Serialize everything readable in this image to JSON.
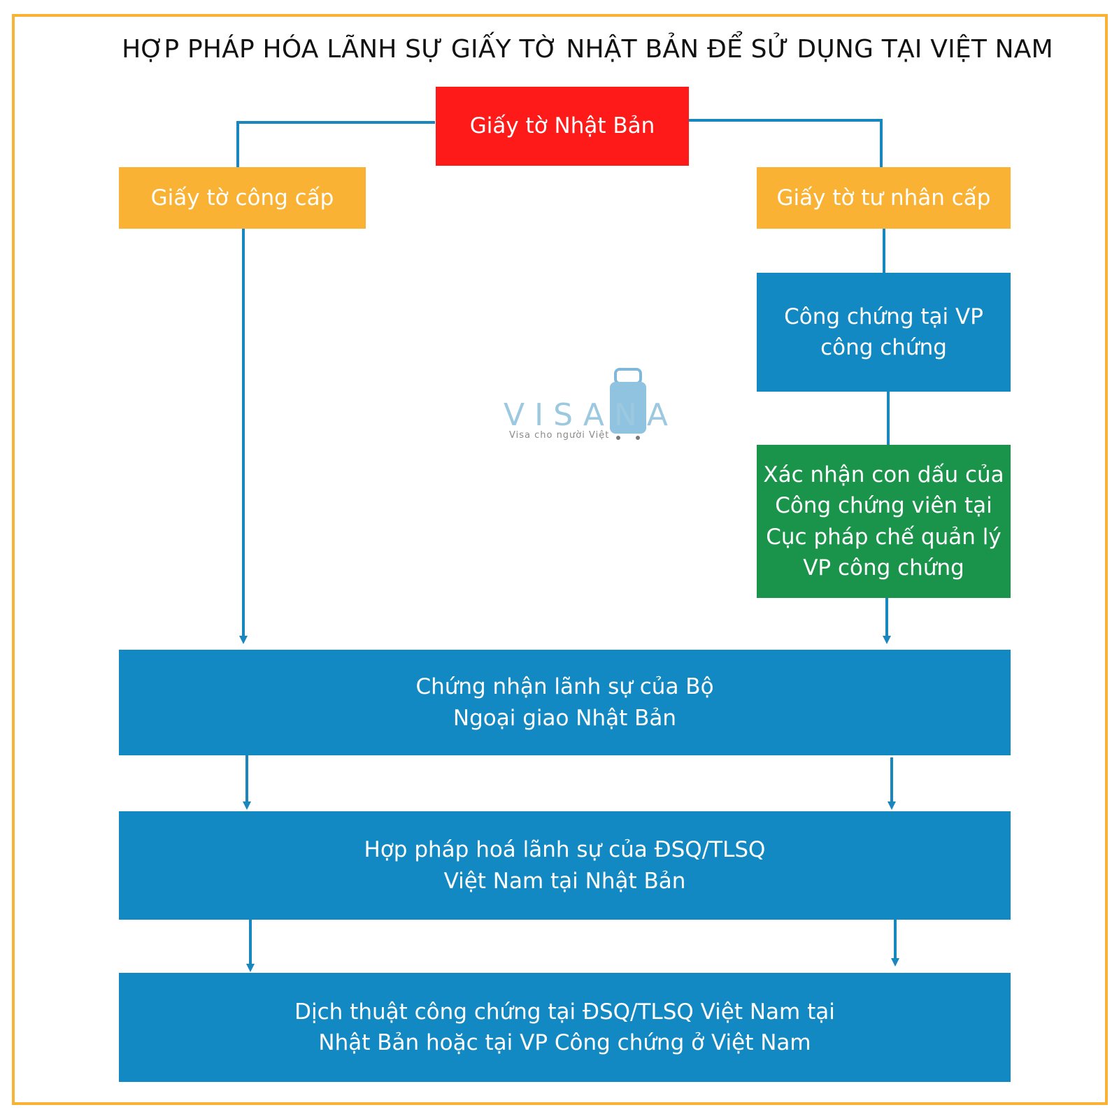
{
  "title": "HỢP PHÁP HÓA LÃNH SỰ GIẤY TỜ NHẬT BẢN ĐỂ SỬ DỤNG TẠI VIỆT NAM",
  "nodes": {
    "root": "Giấy tờ Nhật Bản",
    "public_doc": "Giấy tờ công cấp",
    "private_doc": "Giấy tờ tư nhân cấp",
    "notary_l1": "Công chứng tại VP",
    "notary_l2": "công chứng",
    "verify_l1": "Xác nhận con dấu của",
    "verify_l2": "Công chứng viên tại",
    "verify_l3": "Cục pháp chế quản lý",
    "verify_l4": "VP công chứng",
    "mofa_l1": "Chứng nhận lãnh sự của Bộ",
    "mofa_l2": "Ngoại giao Nhật Bản",
    "legalize_l1": "Hợp pháp hoá lãnh sự của ĐSQ/TLSQ",
    "legalize_l2": "Việt Nam tại Nhật Bản",
    "translate_l1": "Dịch thuật công chứng tại ĐSQ/TLSQ Việt Nam tại",
    "translate_l2": "Nhật Bản hoặc tại VP Công chứng ở Việt Nam"
  },
  "logo": {
    "word": "VISANA",
    "tagline": "Visa cho người Việt",
    "icon": "suitcase-icon"
  },
  "colors": {
    "frame": "#f9b233",
    "root": "#ff1a1a",
    "branch": "#f9b233",
    "step": "#1289c2",
    "verify": "#1a944a",
    "connector": "#1a86be"
  }
}
